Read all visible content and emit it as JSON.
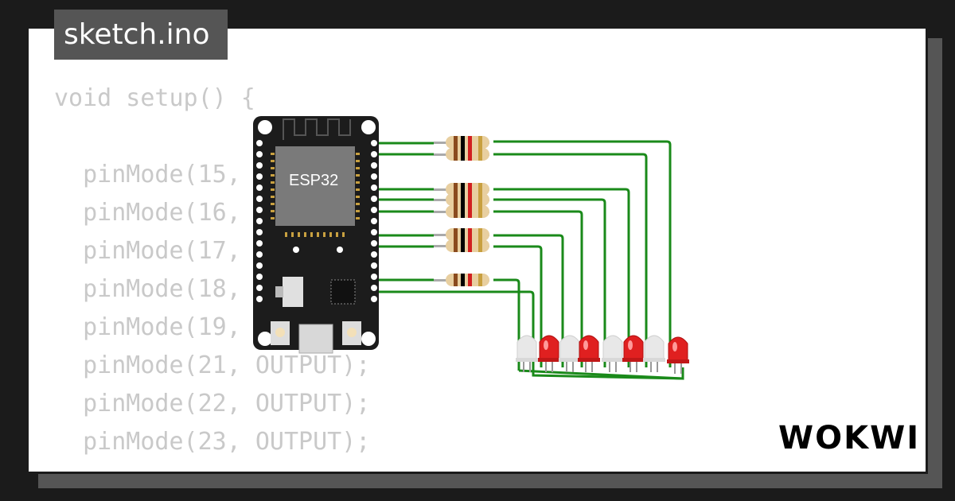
{
  "tab": {
    "label": "sketch.ino"
  },
  "code": {
    "lines": [
      "void setup() {",
      "",
      "  pinMode(15, OUTPUT);",
      "  pinMode(16, OUTPUT);",
      "  pinMode(17, OUTPUT);",
      "  pinMode(18, OUTPUT);",
      "  pinMode(19, OUTPUT);",
      "  pinMode(21, OUTPUT);",
      "  pinMode(22, OUTPUT);",
      "  pinMode(23, OUTPUT);"
    ]
  },
  "board": {
    "chip_label": "ESP32"
  },
  "brand": {
    "logo_text": "WOKWI"
  },
  "colors": {
    "wire": "#1a8a1a",
    "board": "#1c1c1c",
    "chip": "#7a7a7a",
    "led_red": "#e02020",
    "led_white": "#e8e8e8"
  }
}
